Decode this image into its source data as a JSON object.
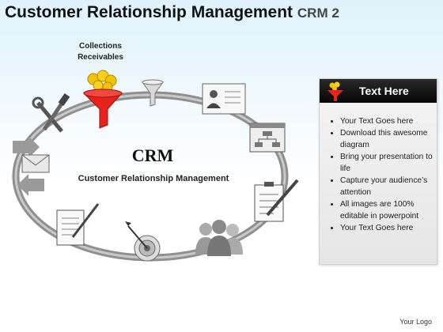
{
  "header": {
    "title": "Customer Relationship Management",
    "subtitle": "CRM 2"
  },
  "diagram": {
    "node_label": "Collections Receivables",
    "center_title": "CRM",
    "center_subtitle": "Customer Relationship Management",
    "ring_color": "#9a9a9a",
    "accent_color": "#e8231c",
    "icons": [
      "funnel-coins-icon",
      "funnel-icon",
      "contact-card-icon",
      "flowchart-window-icon",
      "checklist-icon",
      "people-icon",
      "target-dart-icon",
      "document-pen-icon",
      "mail-exchange-icon",
      "tools-icon"
    ]
  },
  "panel": {
    "heading": "Text Here",
    "bullets": [
      "Your Text Goes here",
      "Download this awesome diagram",
      "Bring your presentation to life",
      "Capture your audience’s attention",
      "All images are 100% editable in powerpoint",
      "Your Text Goes here"
    ]
  },
  "footer": {
    "logo_text": "Your Logo"
  }
}
